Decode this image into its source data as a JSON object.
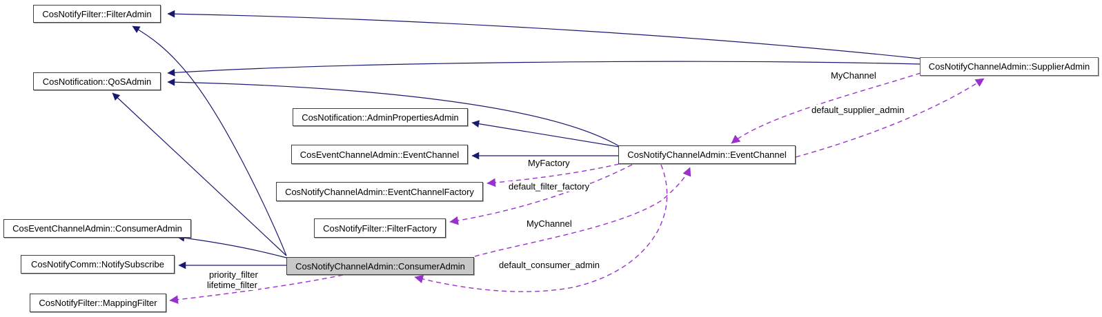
{
  "diagram": {
    "type": "collaboration-graph",
    "nodes": {
      "filter_admin": {
        "label": "CosNotifyFilter::FilterAdmin"
      },
      "qos_admin": {
        "label": "CosNotification::QoSAdmin"
      },
      "admin_properties_admin": {
        "label": "CosNotification::AdminPropertiesAdmin"
      },
      "event_channel_base": {
        "label": "CosEventChannelAdmin::EventChannel"
      },
      "event_channel_factory": {
        "label": "CosNotifyChannelAdmin::EventChannelFactory"
      },
      "filter_factory": {
        "label": "CosNotifyFilter::FilterFactory"
      },
      "consumer_admin_base": {
        "label": "CosEventChannelAdmin::ConsumerAdmin"
      },
      "notify_subscribe": {
        "label": "CosNotifyComm::NotifySubscribe"
      },
      "mapping_filter": {
        "label": "CosNotifyFilter::MappingFilter"
      },
      "consumer_admin": {
        "label": "CosNotifyChannelAdmin::ConsumerAdmin"
      },
      "event_channel": {
        "label": "CosNotifyChannelAdmin::EventChannel"
      },
      "supplier_admin": {
        "label": "CosNotifyChannelAdmin::SupplierAdmin"
      }
    },
    "edge_labels": {
      "my_channel_supplier": "MyChannel",
      "default_supplier_admin": "default_supplier_admin",
      "my_factory": "MyFactory",
      "default_filter_factory": "default_filter_factory",
      "my_channel_consumer": "MyChannel",
      "default_consumer_admin": "default_consumer_admin",
      "priority_filter": "priority_filter",
      "lifetime_filter": "lifetime_filter"
    },
    "colors": {
      "inheritance_edge": "#191970",
      "usage_edge": "#9932cc",
      "current_node_fill": "#c8c8c8",
      "highlighted_node_border": "#ff1a1a",
      "node_border": "#3c3c3c"
    }
  }
}
